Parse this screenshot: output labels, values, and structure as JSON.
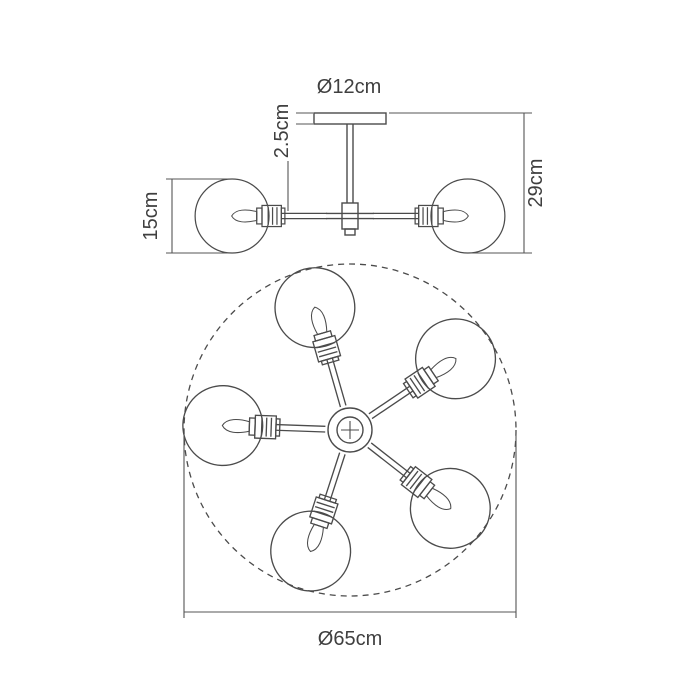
{
  "diagram": {
    "labels": {
      "canopy_diameter": "Ø12cm",
      "canopy_depth": "2.5cm",
      "overall_height": "29cm",
      "shade_height": "15cm",
      "overall_diameter": "Ø65cm"
    },
    "colors": {
      "line": "#4b4b4b",
      "dimension": "#555555",
      "text": "#3f3f3f",
      "background": "#ffffff"
    }
  }
}
